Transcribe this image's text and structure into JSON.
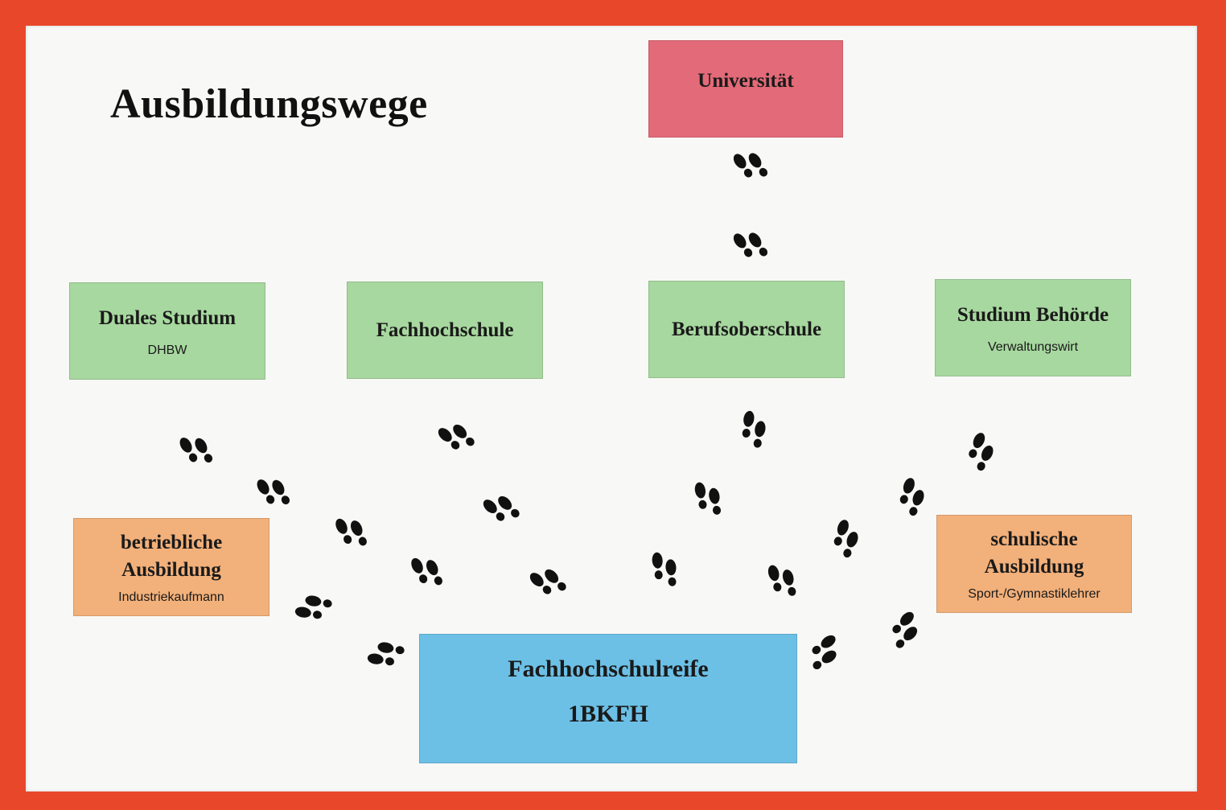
{
  "title": "Ausbildungswege",
  "colors": {
    "frame": "#e9472a",
    "green": "#a7d89f",
    "orange": "#f2b07a",
    "red": "#e36a78",
    "blue": "#6cc0e6",
    "footprints": "#111111"
  },
  "nodes": {
    "universitaet": {
      "label": "Universität"
    },
    "duales_studium": {
      "label": "Duales Studium",
      "sub": "DHBW"
    },
    "fachhochschule": {
      "label": "Fachhochschule"
    },
    "berufsoberschule": {
      "label": "Berufsoberschule"
    },
    "studium_behoerde": {
      "label": "Studium Behörde",
      "sub": "Verwaltungswirt"
    },
    "betriebliche_ausbildung": {
      "label": "betriebliche Ausbildung",
      "sub": "Industriekaufmann"
    },
    "schulische_ausbildung": {
      "label": "schulische Ausbildung",
      "sub": "Sport-/Gymnastiklehrer"
    },
    "fachhochschulreife": {
      "label": "Fachhochschulreife",
      "sub": "1BKFH"
    }
  },
  "edges": [
    {
      "from": "fachhochschulreife",
      "to": "duales_studium",
      "icon": "footprints-icon"
    },
    {
      "from": "fachhochschulreife",
      "to": "fachhochschule",
      "icon": "footprints-icon"
    },
    {
      "from": "fachhochschulreife",
      "to": "berufsoberschule",
      "icon": "footprints-icon"
    },
    {
      "from": "fachhochschulreife",
      "to": "studium_behoerde",
      "icon": "footprints-icon"
    },
    {
      "from": "fachhochschulreife",
      "to": "betriebliche_ausbildung",
      "icon": "footprints-icon"
    },
    {
      "from": "fachhochschulreife",
      "to": "schulische_ausbildung",
      "icon": "footprints-icon"
    },
    {
      "from": "berufsoberschule",
      "to": "universitaet",
      "icon": "footprints-icon"
    }
  ]
}
